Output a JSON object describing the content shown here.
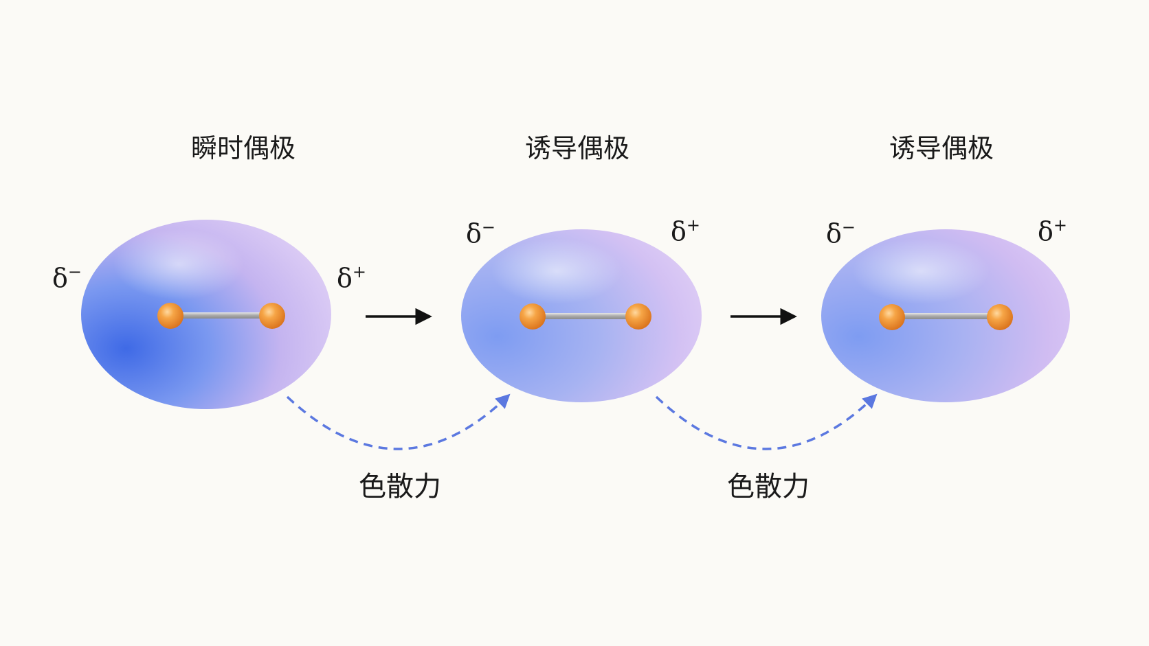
{
  "molecules": [
    {
      "title": "瞬时偶极",
      "charge_negative": "δ",
      "charge_negative_sign": "−",
      "charge_positive": "δ",
      "charge_positive_sign": "+"
    },
    {
      "title": "诱导偶极",
      "charge_negative": "δ",
      "charge_negative_sign": "−",
      "charge_positive": "δ",
      "charge_positive_sign": "+"
    },
    {
      "title": "诱导偶极",
      "charge_negative": "δ",
      "charge_negative_sign": "−",
      "charge_positive": "δ",
      "charge_positive_sign": "+"
    }
  ],
  "connections": [
    {
      "label": "色散力"
    },
    {
      "label": "色散力"
    }
  ],
  "colors": {
    "background": "#fbfaf6",
    "cloud_blue": "#4f79e8",
    "cloud_violet": "#cfb6ef",
    "atom_orange": "#f0902a",
    "bond_gray": "#a8a8a8",
    "dashed_arrow": "#5b78e0",
    "arrow_black": "#111111"
  }
}
